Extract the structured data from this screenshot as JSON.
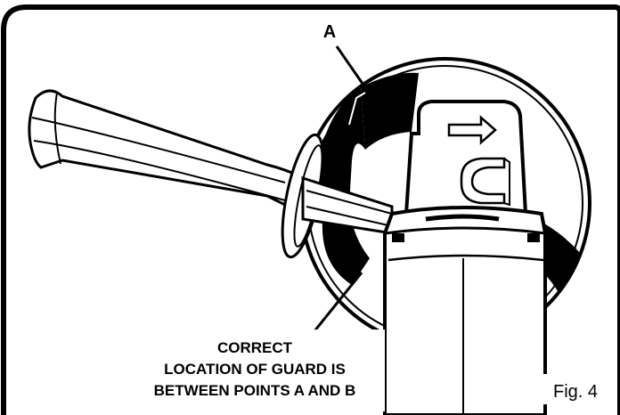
{
  "figure": {
    "label_a": "A",
    "caption_lines": [
      "CORRECT",
      "LOCATION OF GUARD IS",
      "BETWEEN POINTS A AND B"
    ],
    "fig_label": "Fig. 4"
  },
  "colors": {
    "ink": "#000000",
    "paper": "#ffffff"
  }
}
